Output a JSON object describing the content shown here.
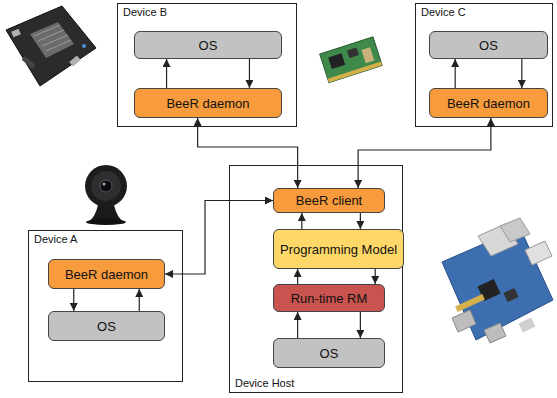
{
  "diagram": {
    "nodes": [
      {
        "text": [
          "Device B"
        ]
      },
      {
        "text": [
          "OS"
        ],
        "in": 0
      },
      {
        "text": [
          "BeeR daemon"
        ],
        "in": 0
      },
      {
        "text": [
          "Device C"
        ]
      },
      {
        "text": [
          "OS"
        ],
        "in": 3
      },
      {
        "text": [
          "BeeR daemon"
        ],
        "in": 3
      },
      {
        "text": [
          "Device A"
        ]
      },
      {
        "text": [
          "BeeR daemon"
        ],
        "in": 6
      },
      {
        "text": [
          "OS"
        ],
        "in": 6
      },
      {
        "text": [
          "Device Host"
        ]
      },
      {
        "text": [
          "BeeR client"
        ],
        "in": 9
      },
      {
        "text": [
          "Programming Model"
        ],
        "in": 9
      },
      {
        "text": [
          "Run-time RM"
        ],
        "in": 9
      },
      {
        "text": [
          "OS"
        ],
        "in": 9
      }
    ],
    "edges": [
      {
        "from": 2,
        "to": 1,
        "arrow": "to"
      },
      {
        "from": 1,
        "to": 2,
        "arrow": "to"
      },
      {
        "from": 5,
        "to": 4,
        "arrow": "to"
      },
      {
        "from": 4,
        "to": 5,
        "arrow": "to"
      },
      {
        "from": 7,
        "to": 8,
        "arrow": "to"
      },
      {
        "from": 8,
        "to": 7,
        "arrow": "to"
      },
      {
        "from": 11,
        "to": 10,
        "arrow": "to"
      },
      {
        "from": 10,
        "to": 11,
        "arrow": "to"
      },
      {
        "from": 12,
        "to": 11,
        "arrow": "to"
      },
      {
        "from": 11,
        "to": 12,
        "arrow": "to"
      },
      {
        "from": 13,
        "to": 12,
        "arrow": "to"
      },
      {
        "from": 12,
        "to": 13,
        "arrow": "to"
      },
      {
        "from": 2,
        "to": 10,
        "arrow": "both"
      },
      {
        "from": 5,
        "to": 10,
        "arrow": "both"
      },
      {
        "from": 7,
        "to": 10,
        "arrow": "both"
      }
    ]
  }
}
